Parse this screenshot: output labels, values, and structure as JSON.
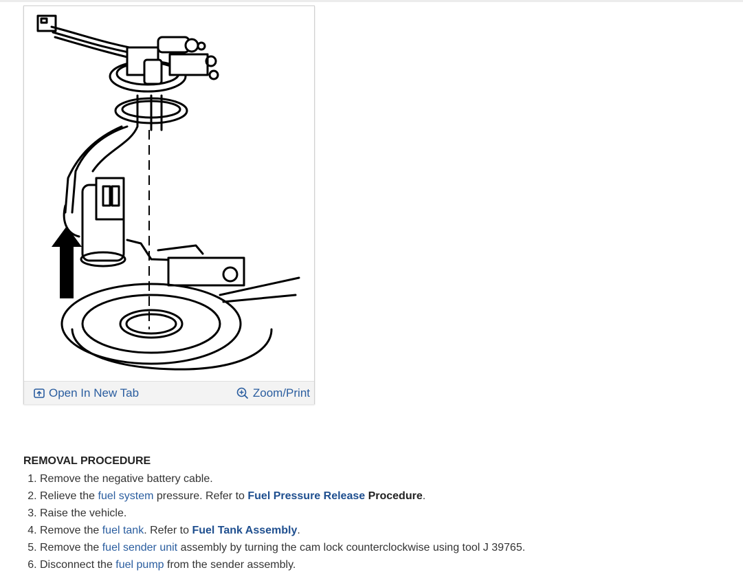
{
  "figure": {
    "open_tab_label": "Open In New Tab",
    "zoom_label": "Zoom/Print"
  },
  "procedure": {
    "title": "REMOVAL PROCEDURE",
    "steps": [
      {
        "parts": [
          {
            "t": "Remove the negative battery cable.",
            "s": "plain"
          }
        ]
      },
      {
        "parts": [
          {
            "t": "Relieve the ",
            "s": "plain"
          },
          {
            "t": "fuel system",
            "s": "link"
          },
          {
            "t": " pressure. Refer to ",
            "s": "plain"
          },
          {
            "t": "Fuel Pressure Release",
            "s": "link-bold"
          },
          {
            "t": " Procedure",
            "s": "bold"
          },
          {
            "t": ".",
            "s": "plain"
          }
        ]
      },
      {
        "parts": [
          {
            "t": "Raise the vehicle.",
            "s": "plain"
          }
        ]
      },
      {
        "parts": [
          {
            "t": "Remove the ",
            "s": "plain"
          },
          {
            "t": "fuel tank",
            "s": "link"
          },
          {
            "t": ". Refer to ",
            "s": "plain"
          },
          {
            "t": "Fuel Tank Assembly",
            "s": "link-bold"
          },
          {
            "t": ".",
            "s": "plain"
          }
        ]
      },
      {
        "parts": [
          {
            "t": "Remove the ",
            "s": "plain"
          },
          {
            "t": "fuel sender unit",
            "s": "link"
          },
          {
            "t": " assembly by turning the cam lock counterclockwise using tool J 39765.",
            "s": "plain"
          }
        ]
      },
      {
        "parts": [
          {
            "t": "Disconnect the ",
            "s": "plain"
          },
          {
            "t": "fuel pump",
            "s": "link"
          },
          {
            "t": " from the sender assembly.",
            "s": "plain"
          }
        ]
      }
    ]
  },
  "colors": {
    "link": "#2a5d9f",
    "text": "#333333"
  }
}
